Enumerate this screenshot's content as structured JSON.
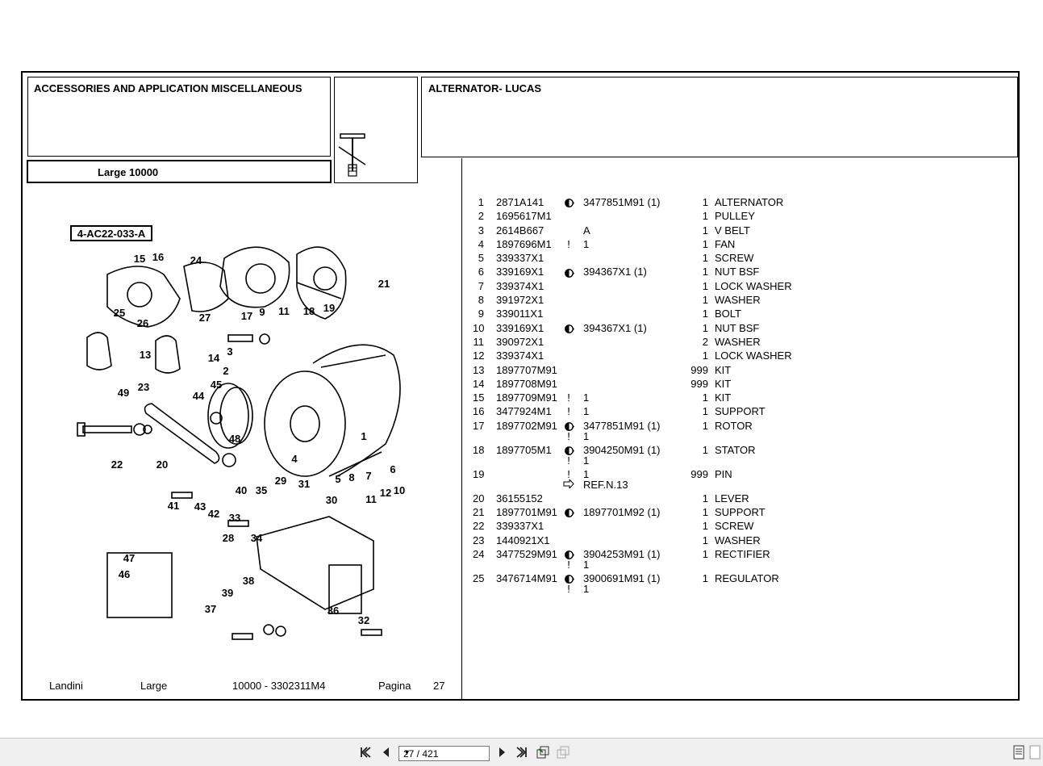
{
  "header": {
    "section_title": "ACCESSORIES AND APPLICATION MISCELLANEOUS",
    "model": "Large 10000",
    "group_title": "ALTERNATOR- LUCAS"
  },
  "diagram": {
    "ref_code": "4-AC22-033-A",
    "callouts": [
      "15",
      "16",
      "24",
      "21",
      "25",
      "26",
      "27",
      "17",
      "9",
      "11",
      "18",
      "19",
      "13",
      "14",
      "3",
      "2",
      "1",
      "49",
      "23",
      "44",
      "45",
      "22",
      "20",
      "48",
      "4",
      "5",
      "8",
      "7",
      "6",
      "41",
      "43",
      "42",
      "40",
      "35",
      "29",
      "31",
      "30",
      "12",
      "10",
      "11",
      "33",
      "34",
      "28",
      "47",
      "46",
      "38",
      "39",
      "37",
      "36",
      "32"
    ]
  },
  "parts": [
    {
      "no": "1",
      "part": "2871A141",
      "sym": "half-dot",
      "alt": "3477851M91  (1)",
      "qty": "1",
      "desc": "ALTERNATOR"
    },
    {
      "no": "2",
      "part": "1695617M1",
      "sym": "",
      "alt": "",
      "qty": "1",
      "desc": "PULLEY"
    },
    {
      "no": "3",
      "part": "2614B667",
      "sym": "",
      "alt": "A",
      "qty": "1",
      "desc": "V BELT"
    },
    {
      "no": "4",
      "part": "1897696M1",
      "sym": "!",
      "alt": "1",
      "qty": "1",
      "desc": "FAN"
    },
    {
      "no": "5",
      "part": "339337X1",
      "sym": "",
      "alt": "",
      "qty": "1",
      "desc": "SCREW"
    },
    {
      "no": "6",
      "part": "339169X1",
      "sym": "half-dot",
      "alt": "394367X1  (1)",
      "qty": "1",
      "desc": "NUT BSF"
    },
    {
      "no": "7",
      "part": "339374X1",
      "sym": "",
      "alt": "",
      "qty": "1",
      "desc": "LOCK WASHER"
    },
    {
      "no": "8",
      "part": "391972X1",
      "sym": "",
      "alt": "",
      "qty": "1",
      "desc": "WASHER"
    },
    {
      "no": "9",
      "part": "339011X1",
      "sym": "",
      "alt": "",
      "qty": "1",
      "desc": "BOLT"
    },
    {
      "no": "10",
      "part": "339169X1",
      "sym": "half-dot",
      "alt": "394367X1  (1)",
      "qty": "1",
      "desc": "NUT BSF"
    },
    {
      "no": "11",
      "part": "390972X1",
      "sym": "",
      "alt": "",
      "qty": "2",
      "desc": "WASHER"
    },
    {
      "no": "12",
      "part": "339374X1",
      "sym": "",
      "alt": "",
      "qty": "1",
      "desc": "LOCK WASHER"
    },
    {
      "no": "13",
      "part": "1897707M91",
      "sym": "",
      "alt": "",
      "qty": "999",
      "desc": "KIT"
    },
    {
      "no": "14",
      "part": "1897708M91",
      "sym": "",
      "alt": "",
      "qty": "999",
      "desc": "KIT"
    },
    {
      "no": "15",
      "part": "1897709M91",
      "sym": "!",
      "alt": "1",
      "qty": "1",
      "desc": "KIT"
    },
    {
      "no": "16",
      "part": "3477924M1",
      "sym": "!",
      "alt": "1",
      "qty": "1",
      "desc": "SUPPORT"
    },
    {
      "no": "17",
      "part": "1897702M91",
      "sym": "half-dot",
      "alt": "3477851M91  (1)",
      "qty": "1",
      "desc": "ROTOR",
      "sub": "1",
      "subsym": "!"
    },
    {
      "no": "18",
      "part": "1897705M1",
      "sym": "half-dot",
      "alt": "3904250M91  (1)",
      "qty": "1",
      "desc": "STATOR",
      "sub": "1",
      "subsym": "!"
    },
    {
      "no": "19",
      "part": "",
      "sym": "!",
      "alt": "1",
      "qty": "999",
      "desc": "PIN",
      "sub": "REF.N.13",
      "subsym": "arrow"
    },
    {
      "no": "20",
      "part": "36155152",
      "sym": "",
      "alt": "",
      "qty": "1",
      "desc": "LEVER"
    },
    {
      "no": "21",
      "part": "1897701M91",
      "sym": "half-dot",
      "alt": "1897701M92  (1)",
      "qty": "1",
      "desc": "SUPPORT"
    },
    {
      "no": "22",
      "part": "339337X1",
      "sym": "",
      "alt": "",
      "qty": "1",
      "desc": "SCREW"
    },
    {
      "no": "23",
      "part": "1440921X1",
      "sym": "",
      "alt": "",
      "qty": "1",
      "desc": "WASHER"
    },
    {
      "no": "24",
      "part": "3477529M91",
      "sym": "half-dot",
      "alt": "3904253M91  (1)",
      "qty": "1",
      "desc": "RECTIFIER",
      "sub": "1",
      "subsym": "!"
    },
    {
      "no": "25",
      "part": "3476714M91",
      "sym": "half-dot",
      "alt": "3900691M91  (1)",
      "qty": "1",
      "desc": "REGULATOR",
      "sub": "1",
      "subsym": "!"
    }
  ],
  "footer": {
    "brand": "Landini",
    "series": "Large",
    "code": "10000 - 3302311M4",
    "page_label": "Pagina",
    "page_no": "27"
  },
  "viewer": {
    "page_indicator": "27 / 421"
  }
}
